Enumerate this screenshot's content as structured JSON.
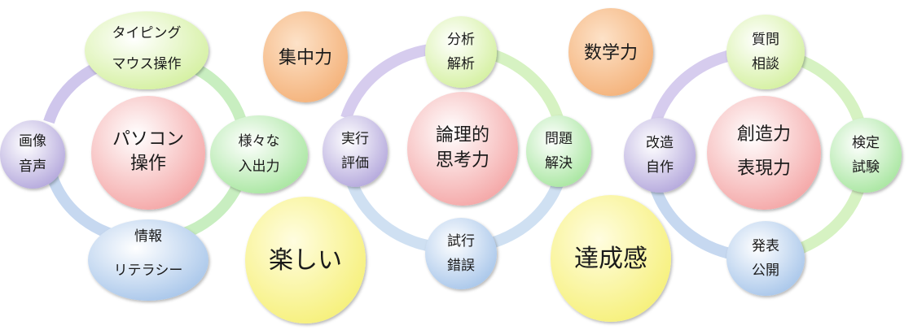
{
  "colors": {
    "purple": "#b4a8dc",
    "green": "#a8e6a0",
    "blue": "#a8c6ea",
    "red": "#f4a6a6",
    "orange": "#f4b27a",
    "yellow": "#f6f07a",
    "lime": "#d4f0a0"
  },
  "clusters": [
    {
      "center": [
        "パソコン",
        "操作"
      ],
      "top": [
        "タイピング",
        "マウス操作"
      ],
      "right": [
        "様々な",
        "入出力"
      ],
      "bottom": [
        "情報",
        "リテラシー"
      ],
      "left": [
        "画像",
        "音声"
      ]
    },
    {
      "center": [
        "論理的",
        "思考力"
      ],
      "top": [
        "分析",
        "解析"
      ],
      "right": [
        "問題",
        "解決"
      ],
      "bottom": [
        "試行",
        "錯誤"
      ],
      "left": [
        "実行",
        "評価"
      ]
    },
    {
      "center": [
        "創造力",
        "表現力"
      ],
      "top": [
        "質問",
        "相談"
      ],
      "right": [
        "検定",
        "試験"
      ],
      "bottom": [
        "発表",
        "公開"
      ],
      "left": [
        "改造",
        "自作"
      ]
    }
  ],
  "standalone": {
    "concentration": "集中力",
    "math": "数学力",
    "fun": "楽しい",
    "achievement": "達成感"
  }
}
